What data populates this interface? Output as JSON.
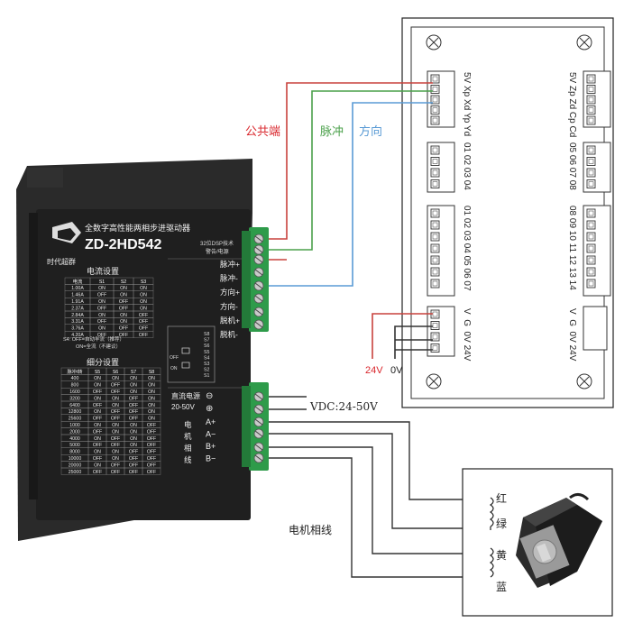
{
  "wire_labels": {
    "common": "公共端",
    "pulse": "脉冲",
    "direction": "方向",
    "v24": "24V",
    "v0": "0V",
    "vdc": "VDC:24-50V",
    "motor_lines": "电机相线"
  },
  "driver": {
    "brand": "时代超群",
    "title_cn": "全数字高性能两相步进驱动器",
    "model": "ZD-2HD542",
    "model_suffix": "32位DSP技术",
    "alarm_power": "警告/电源",
    "signal_terminals": [
      "脉冲+",
      "脉冲-",
      "方向+",
      "方向-",
      "脱机+",
      "脱机-"
    ],
    "current_title": "电流设置",
    "current_headers": [
      "电流",
      "S1",
      "S2",
      "S3"
    ],
    "current_rows": [
      [
        "1.00A",
        "ON",
        "ON",
        "ON"
      ],
      [
        "1.46A",
        "OFF",
        "ON",
        "ON"
      ],
      [
        "1.91A",
        "ON",
        "OFF",
        "ON"
      ],
      [
        "2.37A",
        "OFF",
        "OFF",
        "ON"
      ],
      [
        "2.84A",
        "ON",
        "ON",
        "OFF"
      ],
      [
        "3.31A",
        "OFF",
        "ON",
        "OFF"
      ],
      [
        "3.76A",
        "ON",
        "OFF",
        "OFF"
      ],
      [
        "4.20A",
        "OFF",
        "OFF",
        "OFF"
      ]
    ],
    "s4_note_1": "S4: OFF=自动半流（推荐）",
    "s4_note_2": "ON=全流（不建议）",
    "switch_labels": [
      "S8",
      "S7",
      "S6",
      "S5",
      "S4",
      "S3",
      "S2",
      "S1"
    ],
    "switch_off": "OFF",
    "switch_on": "ON",
    "microstep_title": "细分设置",
    "microstep_headers": [
      "脉冲/转",
      "S5",
      "S6",
      "S7",
      "S8"
    ],
    "microstep_rows": [
      [
        "400",
        "ON",
        "ON",
        "ON",
        "ON"
      ],
      [
        "800",
        "ON",
        "OFF",
        "ON",
        "ON"
      ],
      [
        "1600",
        "OFF",
        "OFF",
        "ON",
        "ON"
      ],
      [
        "3200",
        "ON",
        "ON",
        "OFF",
        "ON"
      ],
      [
        "6400",
        "OFF",
        "ON",
        "OFF",
        "ON"
      ],
      [
        "12800",
        "ON",
        "OFF",
        "OFF",
        "ON"
      ],
      [
        "25600",
        "OFF",
        "OFF",
        "OFF",
        "ON"
      ],
      [
        "1000",
        "ON",
        "ON",
        "ON",
        "OFF"
      ],
      [
        "2000",
        "OFF",
        "ON",
        "ON",
        "OFF"
      ],
      [
        "4000",
        "ON",
        "OFF",
        "ON",
        "OFF"
      ],
      [
        "5000",
        "OFF",
        "OFF",
        "ON",
        "OFF"
      ],
      [
        "8000",
        "ON",
        "ON",
        "OFF",
        "OFF"
      ],
      [
        "10000",
        "OFF",
        "ON",
        "OFF",
        "OFF"
      ],
      [
        "20000",
        "ON",
        "OFF",
        "OFF",
        "OFF"
      ],
      [
        "25000",
        "OFF",
        "OFF",
        "OFF",
        "OFF"
      ]
    ],
    "dc_power": "直流电源",
    "dc_range": "20-50V",
    "dc_minus": "⊖",
    "dc_plus": "⊕",
    "motor_phase_label": [
      "电",
      "机",
      "相",
      "线"
    ],
    "motor_terminals": [
      "A+",
      "A−",
      "B+",
      "B−"
    ]
  },
  "controller": {
    "row1_left": "5V Xp Xd Yp Yd",
    "row1_right": "5V Zp Zd Cp Cd",
    "row2_left": "01 02 03 04",
    "row2_right": "05 06 07 08",
    "row3_left": "01 02 03 04 05 06 07",
    "row3_right": "08 09 10 11 12 13 14",
    "row4_left": "V  G  0V 24V",
    "row4_right": "V  G  0V 24V"
  },
  "motor": {
    "wire_colors": [
      "红",
      "绿",
      "黄",
      "蓝"
    ]
  },
  "colors": {
    "red_wire": "#c8423d",
    "green_wire": "#4aa04a",
    "blue_wire": "#5a9bd5",
    "driver_body": "#1f1f1f",
    "terminal_green": "#2e9b4a",
    "label_red": "#d9262c"
  }
}
